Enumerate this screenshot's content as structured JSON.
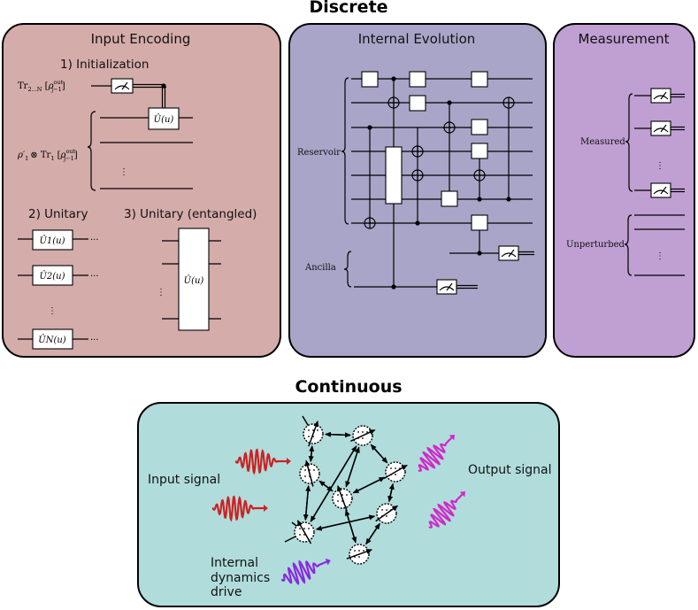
{
  "titles": {
    "discrete": "Discrete",
    "continuous": "Continuous"
  },
  "panels": {
    "input_encoding": "Input Encoding",
    "internal_evolution": "Internal Evolution",
    "measurement": "Measurement"
  },
  "input_encoding": {
    "initialization": "1) Initialization",
    "unitary": "2) Unitary",
    "unitary_entangled": "3) Unitary (entangled)",
    "trace_label": "Tr",
    "trace_sub": "2...N",
    "rho_label": "ρ",
    "rho_sup": "out",
    "rho_sub": "j−1",
    "rho1_label": "ρ′",
    "rho1_sub": "1",
    "otimes": "⊗ Tr",
    "tr1_sub": "1",
    "u_gate": "Û(u)",
    "u1_gate": "Û1(u)",
    "u2_gate": "Û2(u)",
    "un_gate": "ÛN(u)",
    "ellipsis": "···",
    "vdots": "⋮"
  },
  "internal_evolution": {
    "reservoir": "Reservoir",
    "ancilla": "Ancilla"
  },
  "measurement": {
    "measured": "Measured",
    "unperturbed": "Unperturbed"
  },
  "continuous": {
    "input_signal": "Input signal",
    "output_signal": "Output signal",
    "drive_line1": "Internal",
    "drive_line2": "dynamics",
    "drive_line3": "drive"
  },
  "colors": {
    "input_panel": "#d4acaa",
    "evolution_panel": "#a9a5c8",
    "measurement_panel": "#c09fd2",
    "continuous_panel": "#b1dcdc",
    "input_wave": "#cc2222",
    "output_wave": "#d028c8",
    "drive_wave": "#8a28e0"
  }
}
